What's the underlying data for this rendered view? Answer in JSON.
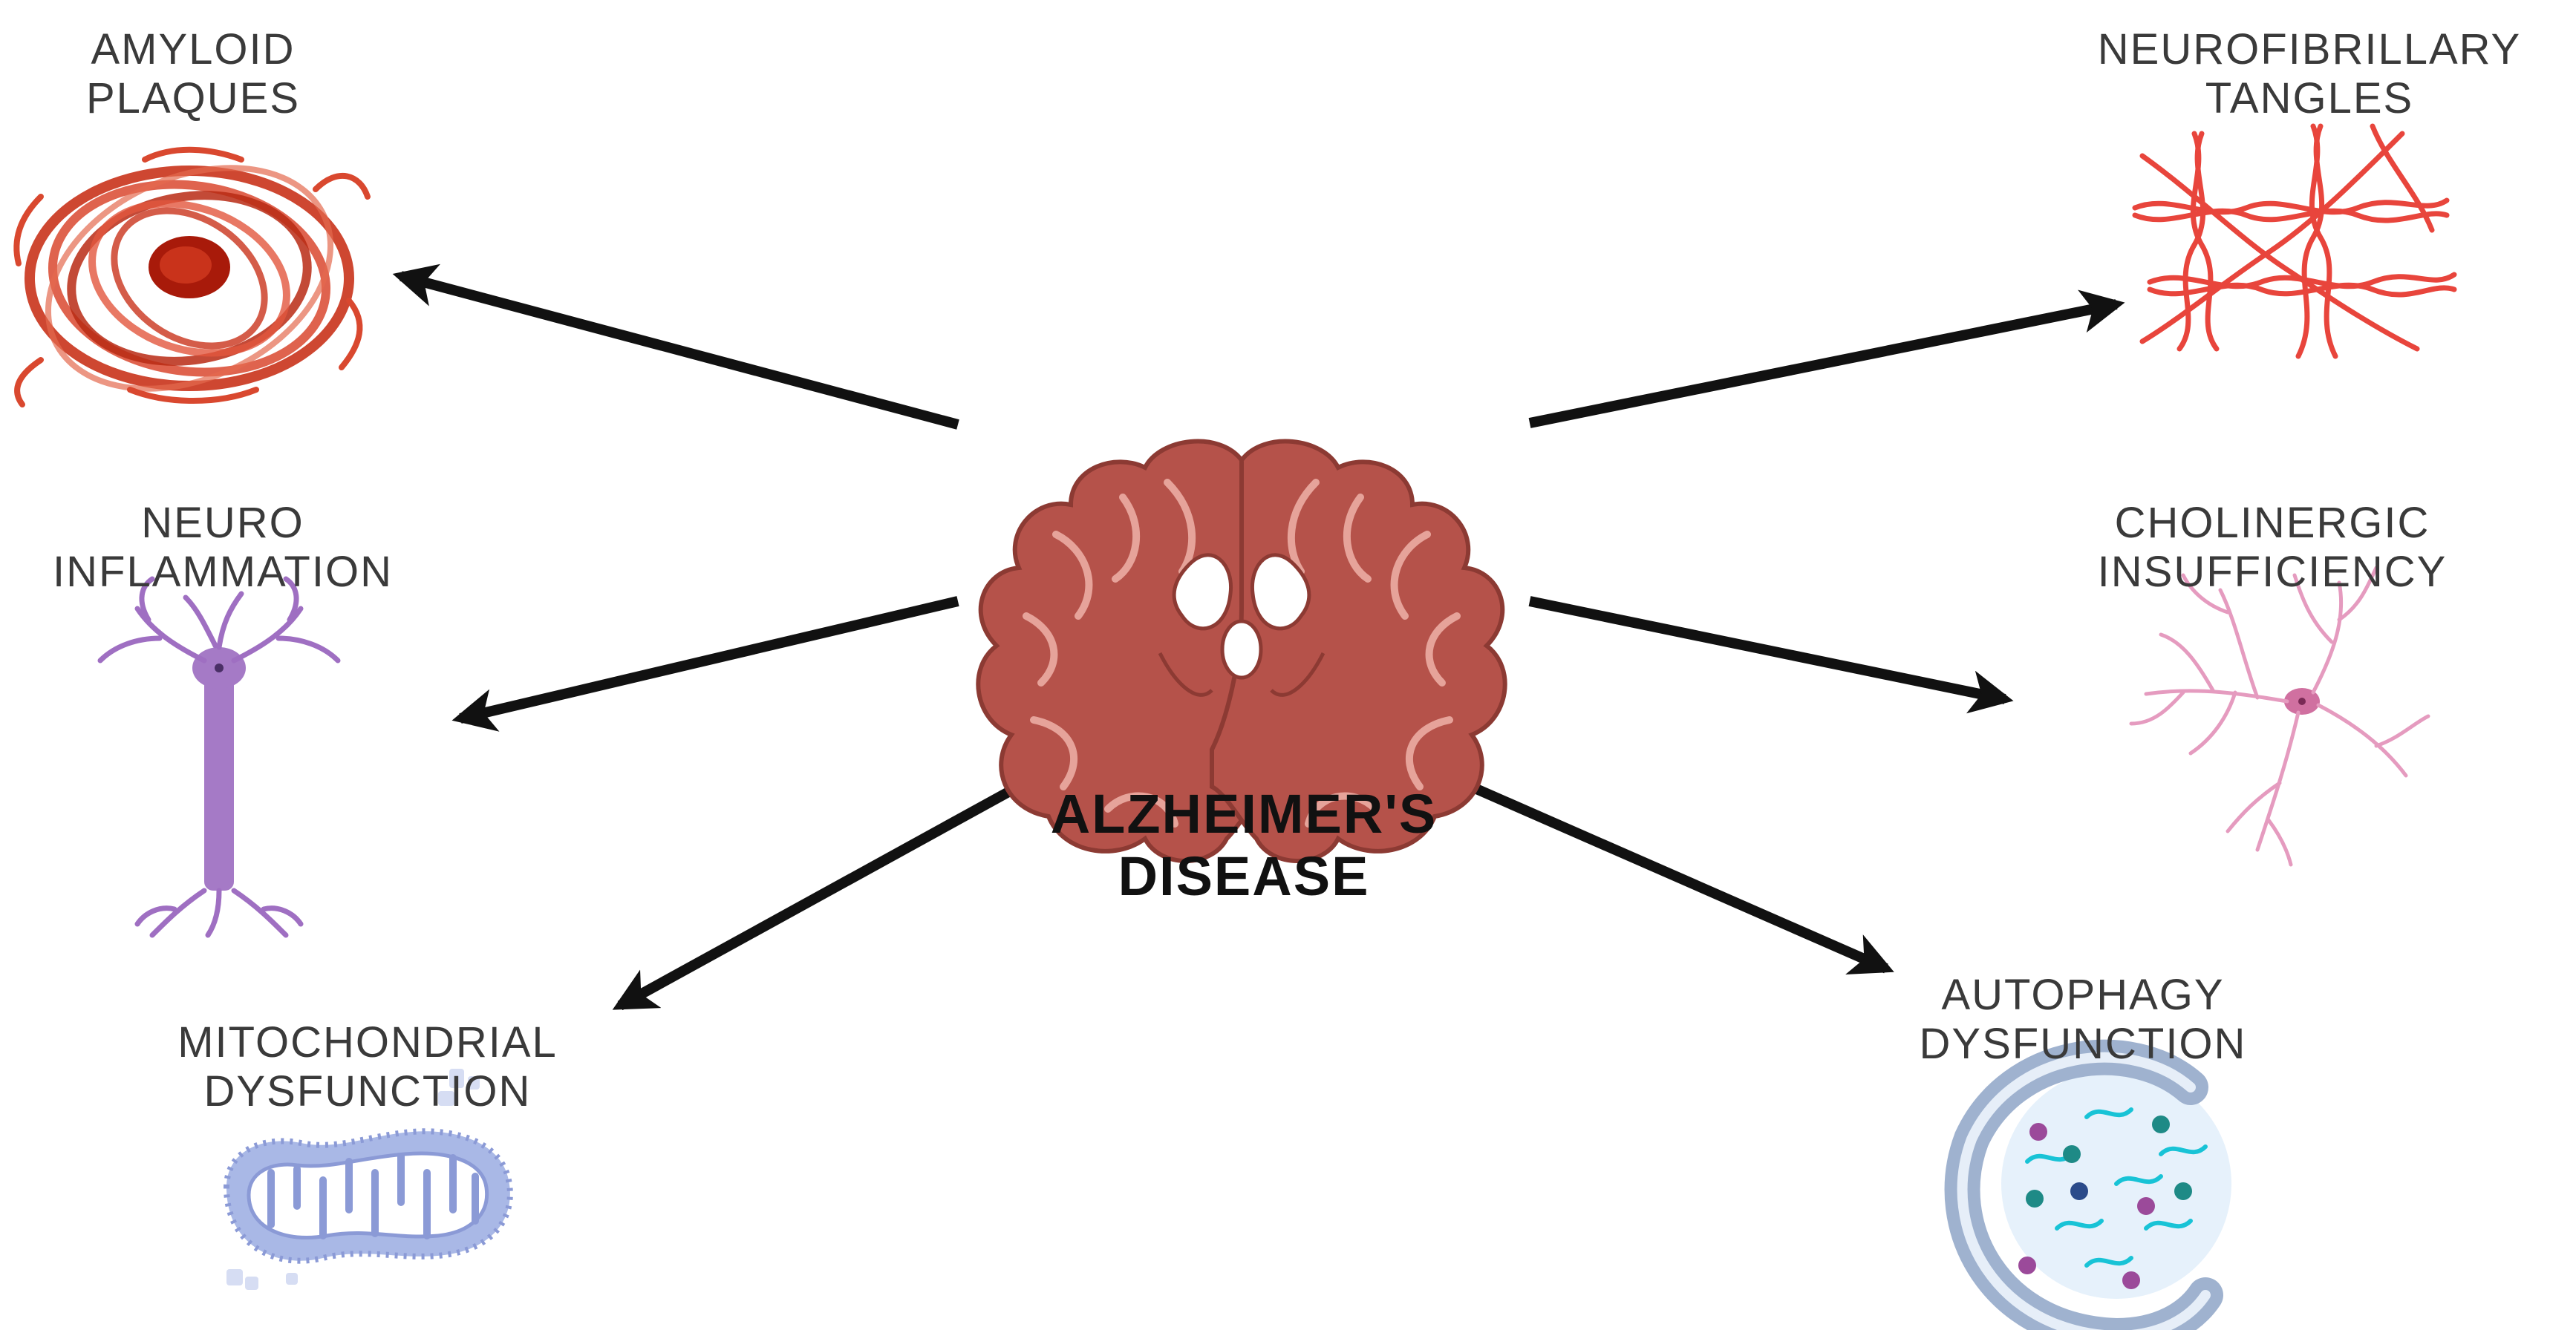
{
  "center": {
    "line1": "ALZHEIMER'S",
    "line2": "DISEASE"
  },
  "labels": {
    "amyloid": {
      "line1": "AMYLOID",
      "line2": "PLAQUES"
    },
    "tangles": {
      "line1": "NEUROFIBRILLARY",
      "line2": "TANGLES"
    },
    "inflammation": {
      "line1": "NEURO",
      "line2": "INFLAMMATION"
    },
    "cholinergic": {
      "line1": "CHOLINERGIC",
      "line2": "INSUFFICIENCY"
    },
    "mitochondrial": {
      "line1": "MITOCHONDRIAL",
      "line2": "DYSFUNCTION"
    },
    "autophagy": {
      "line1": "AUTOPHAGY",
      "line2": "DYSFUNCTION"
    }
  },
  "colors": {
    "brain": "#b5524a",
    "brain_light": "#cf7a70",
    "amyloid": "#c9331b",
    "tangles": "#e8453c",
    "neuron_purple": "#9f6fc2",
    "neuron_pink": "#e59bbf",
    "mito": "#a9b8e6",
    "autophagy_membrane": "#9fb2cf",
    "arrow": "#111111"
  },
  "icons": [
    "brain-icon",
    "amyloid-plaque-icon",
    "tangles-icon",
    "neuron-icon",
    "cholinergic-neuron-icon",
    "mitochondrion-icon",
    "autophagosome-icon"
  ]
}
